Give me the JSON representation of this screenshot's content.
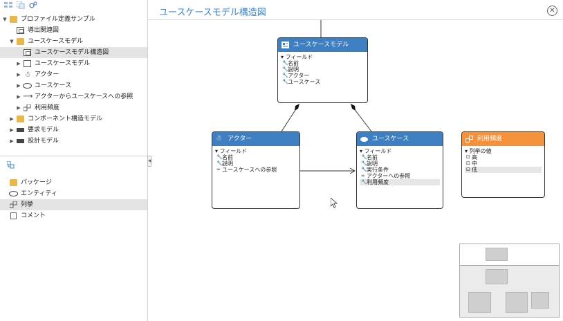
{
  "tree": {
    "items": [
      {
        "label": "プロファイル定義サンプル"
      },
      {
        "label": "導出関連図"
      },
      {
        "label": "ユースケースモデル"
      },
      {
        "label": "ユースケースモデル構造図"
      },
      {
        "label": "ユースケースモデル"
      },
      {
        "label": "アクター"
      },
      {
        "label": "ユースケース"
      },
      {
        "label": "アクターからユースケースへの参照"
      },
      {
        "label": "利用頻度"
      },
      {
        "label": "コンポーネント構造モデル"
      },
      {
        "label": "要求モデル"
      },
      {
        "label": "設計モデル"
      }
    ]
  },
  "palette": {
    "items": [
      {
        "label": "パッケージ"
      },
      {
        "label": "エンティティ"
      },
      {
        "label": "列挙"
      },
      {
        "label": "コメント"
      }
    ]
  },
  "diagram": {
    "title": "ユースケースモデル構造図",
    "close_icon": "close-icon",
    "nodes": {
      "usecase_model": {
        "title": "ユースケースモデル",
        "section": "フィールド",
        "fields": [
          "名前",
          "説明",
          "アクター",
          "ユースケース"
        ]
      },
      "actor": {
        "title": "アクター",
        "section": "フィールド",
        "fields": [
          "名前",
          "説明",
          "ユースケースへの参照"
        ]
      },
      "usecase": {
        "title": "ユースケース",
        "section": "フィールド",
        "fields": [
          "名前",
          "説明",
          "実行条件",
          "アクターへの参照",
          "利用頻度"
        ]
      },
      "frequency": {
        "title": "利用頻度",
        "section": "列挙の値",
        "fields": [
          "高",
          "中",
          "低"
        ]
      }
    }
  },
  "colors": {
    "accent": "#3d84c4",
    "node_header_blue": "#3e7fc1",
    "node_header_orange": "#f5913a",
    "selection": "#e4e4e4",
    "folder": "#e8b74a"
  }
}
